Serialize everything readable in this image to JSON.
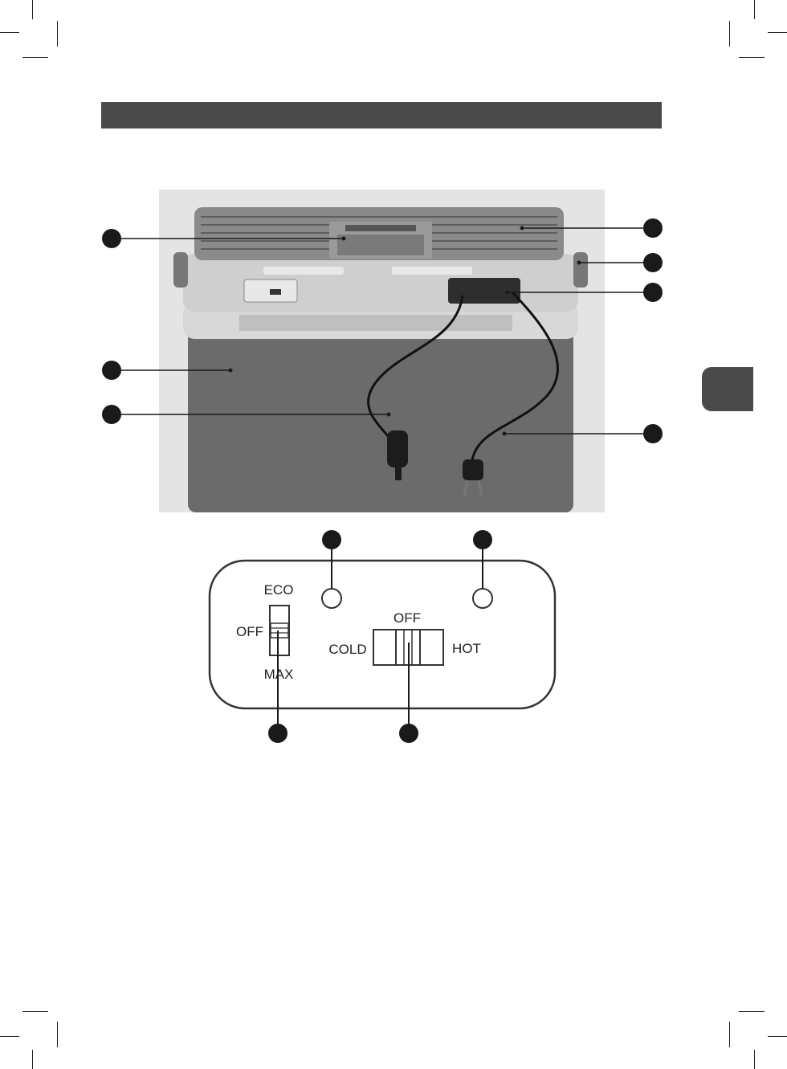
{
  "control_panel": {
    "eco_label": "ECO",
    "off_label_left": "OFF",
    "max_label": "MAX",
    "off_label_center": "OFF",
    "cold_label": "COLD",
    "hot_label": "HOT"
  },
  "colors": {
    "header_bar": "#4a4a4a",
    "cooler_body": "#6b6b6b",
    "cooler_lid": "#d6d6d6",
    "callout": "#1a1a1a"
  }
}
